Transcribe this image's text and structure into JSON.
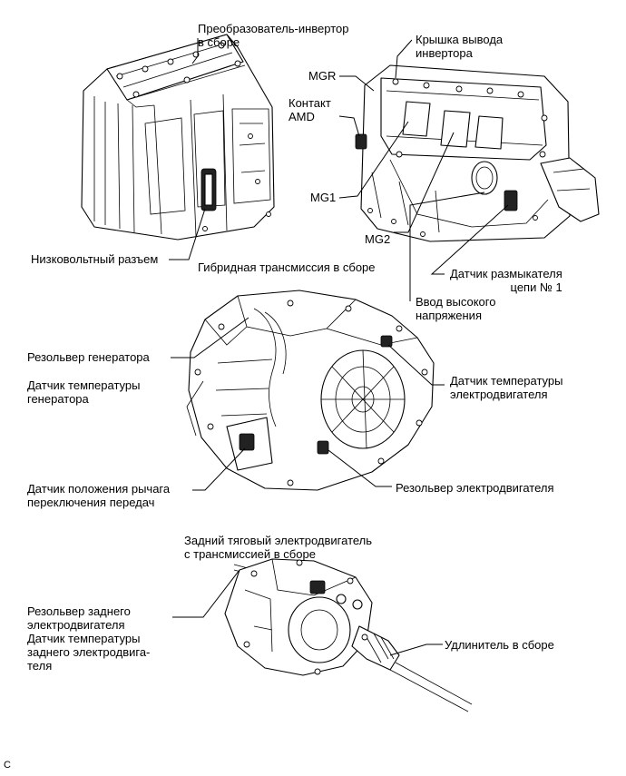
{
  "labels": {
    "inverter_assembly": "Преобразователь-инвертор\nв сборе",
    "inverter_terminal_cover": "Крышка вывода\nинвертора",
    "mgr": "MGR",
    "amd_contact": "Контакт\nAMD",
    "mg1": "MG1",
    "mg2": "MG2",
    "low_voltage_connector": "Низковольтный разъем",
    "hybrid_transmission_assembly": "Гибридная трансмиссия в сборе",
    "interlock_sensor": "Датчик размыкателя\nцепи № 1",
    "high_voltage_input": "Ввод высокого\nнапряжения",
    "generator_resolver": "Резольвер генератора",
    "generator_temp_sensor": "Датчик температуры\nгенератора",
    "motor_temp_sensor": "Датчик температуры\nэлектродвигателя",
    "shift_lever_position_sensor": "Датчик положения рычага\nпереключения передач",
    "motor_resolver": "Резольвер электродвигателя",
    "rear_motor_assembly": "Задний тяговый электродвигатель\nс трансмиссией в сборе",
    "rear_motor_resolver": "Резольвер заднего\nэлектродвигателя\nДатчик температуры\nзаднего электродвига-\nтеля",
    "extension_assembly": "Удлинитель в сборе",
    "figure_code": "C"
  }
}
